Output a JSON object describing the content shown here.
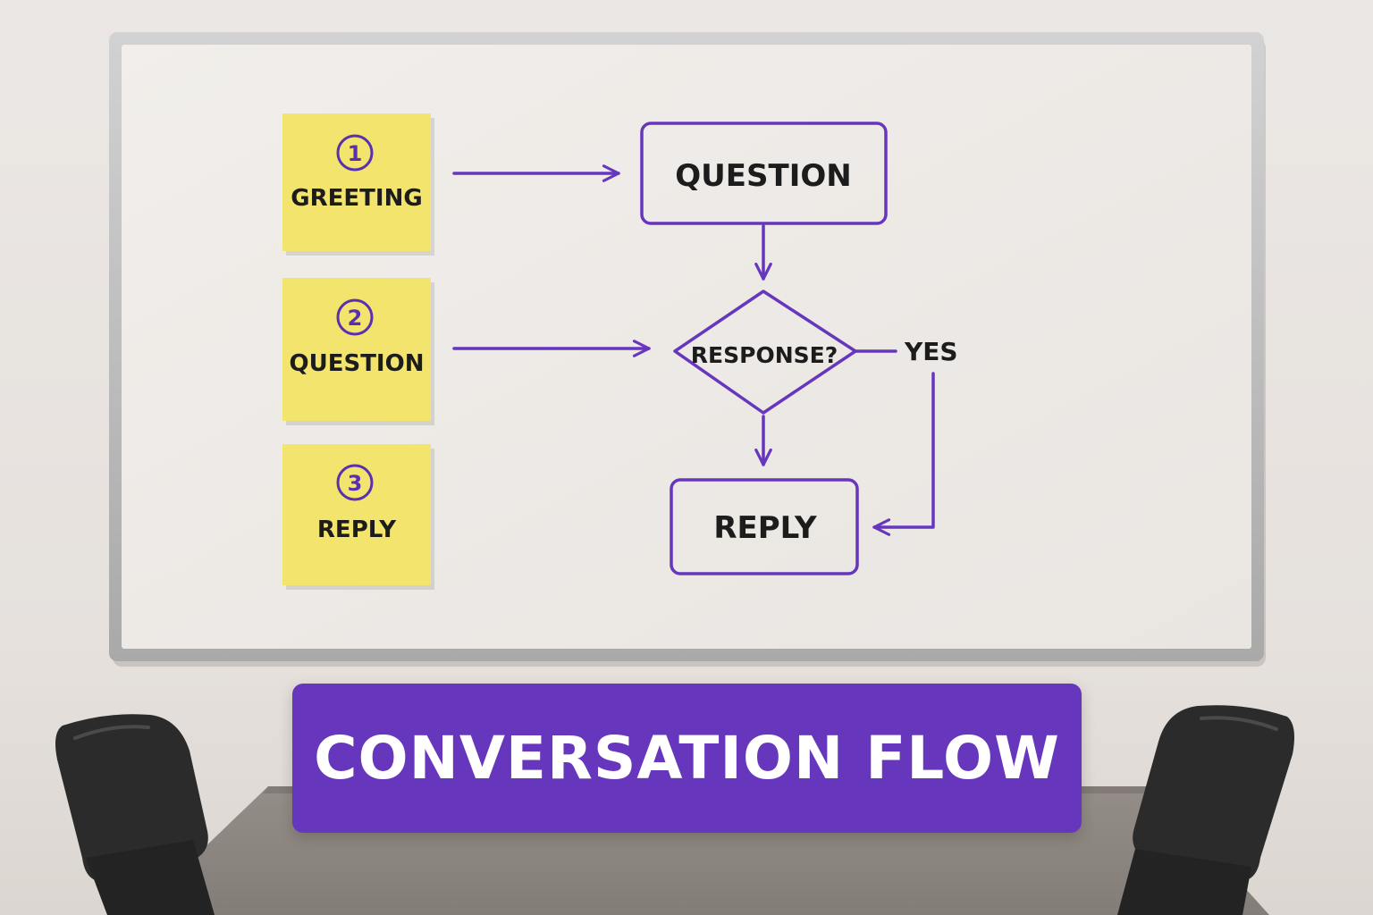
{
  "colors": {
    "wall": "#e8e3df",
    "board_surface": "#eeeae7",
    "board_frame": "#b9b9b9",
    "sticky_note": "#f3e46d",
    "accent_purple": "#6636bd",
    "ink": "#1c1c1c",
    "banner_text": "#ffffff",
    "table": "#8c857f",
    "chair": "#2b2b2b"
  },
  "sticky_notes": [
    {
      "number": "1",
      "label": "GREETING"
    },
    {
      "number": "2",
      "label": "QUESTION"
    },
    {
      "number": "3",
      "label": "REPLY"
    }
  ],
  "flowchart": {
    "nodes": [
      {
        "id": "question",
        "shape": "rectangle",
        "label": "QUESTION"
      },
      {
        "id": "response",
        "shape": "diamond",
        "label": "RESPONSE?"
      },
      {
        "id": "reply",
        "shape": "rectangle",
        "label": "REPLY"
      }
    ],
    "edges": [
      {
        "from": "note-1",
        "to": "question"
      },
      {
        "from": "note-2",
        "to": "response"
      },
      {
        "from": "question",
        "to": "response"
      },
      {
        "from": "response",
        "to": "reply"
      },
      {
        "from": "response",
        "to": "reply",
        "label": "YES"
      }
    ]
  },
  "banner": {
    "title": "CONVERSATION FLOW"
  }
}
